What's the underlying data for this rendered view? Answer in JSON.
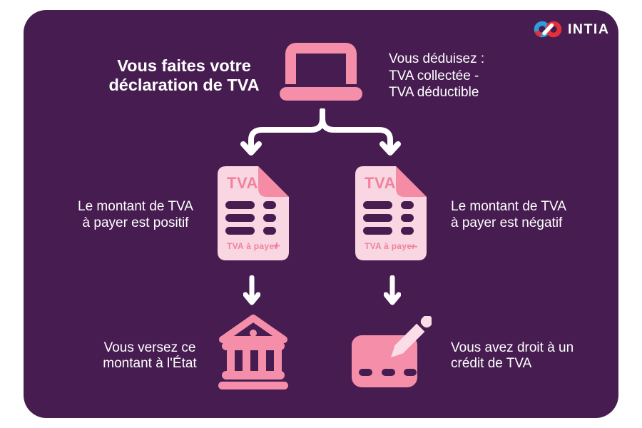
{
  "colors": {
    "panel_purple": "#471d51",
    "icon_pink": "#f58fa9",
    "document_light_pink": "#f8d7e2",
    "fold_pink": "#f68ba6",
    "accent_pink_text": "#f2819e",
    "pencil_light_pink": "#fadde7",
    "text_white": "#ffffff",
    "logo_blue": "#2b9fd9",
    "logo_red": "#e53039"
  },
  "logo": {
    "text": "INTIA"
  },
  "header": {
    "title_line1": "Vous faites votre",
    "title_line2": "déclaration de TVA",
    "deduction_line1": "Vous déduisez :",
    "deduction_line2": "TVA collectée -",
    "deduction_line3": "TVA déductible"
  },
  "branches": {
    "left": {
      "side_line1": "Le montant de TVA",
      "side_line2": "à payer est positif",
      "doc_title": "TVA",
      "doc_footer": "TVA à payer",
      "doc_sign": "+",
      "outcome_line1": "Vous versez ce",
      "outcome_line2": "montant à l'État"
    },
    "right": {
      "side_line1": "Le montant de TVA",
      "side_line2": "à payer est négatif",
      "doc_title": "TVA",
      "doc_footer": "TVA à payer",
      "doc_sign": "–",
      "outcome_line1": "Vous avez droit à un",
      "outcome_line2": "crédit de TVA"
    }
  },
  "icons": {
    "logo": "infinity-pen-icon",
    "header": "laptop-icon",
    "document": "tva-document-icon",
    "flow": "branch-arrow-icon",
    "left_outcome": "bank-icon",
    "right_outcome": "credit-card-pencil-icon"
  }
}
